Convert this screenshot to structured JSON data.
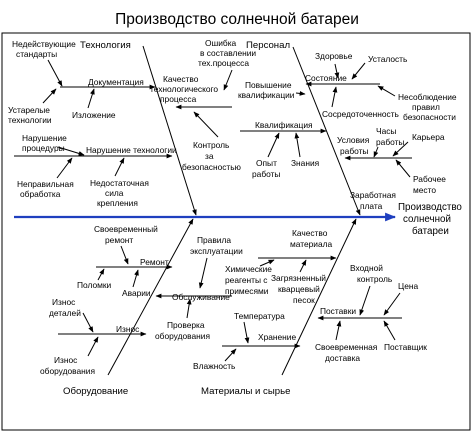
{
  "diagram": {
    "title": "Производство солнечной батареи",
    "effect": [
      "Производство",
      "солнечной",
      "батареи"
    ],
    "colors": {
      "spine": "#1f3fbf",
      "line": "#000000",
      "background": "#ffffff"
    },
    "categories": {
      "technology": "Технология",
      "personnel": "Персонал",
      "equipment": "Оборудование",
      "materials": "Материалы и сырье"
    },
    "causes": {
      "t_nonstandard": [
        "Недействующие",
        "стандарты"
      ],
      "t_documentation": "Документация",
      "t_outdated_tech": [
        "Устарелые",
        "технологии"
      ],
      "t_change": "Изложение",
      "t_process_violation": [
        "Нарушение",
        "процедуры"
      ],
      "t_tech_violation": "Нарушение технологии",
      "t_wrong_processing": [
        "Неправильная",
        "обработка"
      ],
      "t_fastening_force": [
        "Недостаточная",
        "сила",
        "крепления"
      ],
      "t_process_error": [
        "Ошибка",
        "в составлении",
        "тех.процесса"
      ],
      "t_process_quality": [
        "Качество",
        "технологического",
        "процесса"
      ],
      "t_safety_control": [
        "Контроль",
        "за",
        "безопасностью"
      ],
      "p_health": "Здоровье",
      "p_fatigue": "Усталость",
      "p_qualification": [
        "Повышение",
        "квалификации"
      ],
      "p_state": "Состояние",
      "p_safety_rules": [
        "Несоблюдение",
        "правил",
        "безопасности"
      ],
      "p_concentration": "Сосредоточенность",
      "p_qual": "Квалификация",
      "p_hours": [
        "Часы",
        "работы"
      ],
      "p_work_conditions": [
        "Условия",
        "работы"
      ],
      "p_career": "Карьера",
      "p_experience": [
        "Опыт",
        "работы"
      ],
      "p_knowledge": "Знания",
      "p_workplace": [
        "Рабочее",
        "место"
      ],
      "p_salary": [
        "Заработная",
        "плата"
      ],
      "e_timely_repair": [
        "Своевременный",
        "ремонт"
      ],
      "e_repair": "Ремонт",
      "e_breakdowns": "Поломки",
      "e_accidents": "Аварии",
      "e_operating_rules": [
        "Правила",
        "эксплуатации"
      ],
      "e_maintenance": "Обслуживание",
      "e_part_wear": [
        "Износ",
        "деталей"
      ],
      "e_wear": "Износ",
      "e_inspection": [
        "Проверка",
        "оборудования"
      ],
      "e_equipment_wear": [
        "Износ",
        "оборудования"
      ],
      "m_material_quality": [
        "Качество",
        "материала"
      ],
      "m_chemicals": [
        "Химические",
        "реагенты с",
        "примесями"
      ],
      "m_dirty_quartz": [
        "Загрязненный",
        "кварцевый",
        "песок"
      ],
      "m_input_control": [
        "Входной",
        "контроль"
      ],
      "m_price": "Цена",
      "m_temperature": "Температура",
      "m_supplies": "Поставки",
      "m_storage": "Хранение",
      "m_timely_delivery": [
        "Своевременная",
        "доставка"
      ],
      "m_supplier": "Поставщик",
      "m_humidity": "Влажность"
    }
  }
}
